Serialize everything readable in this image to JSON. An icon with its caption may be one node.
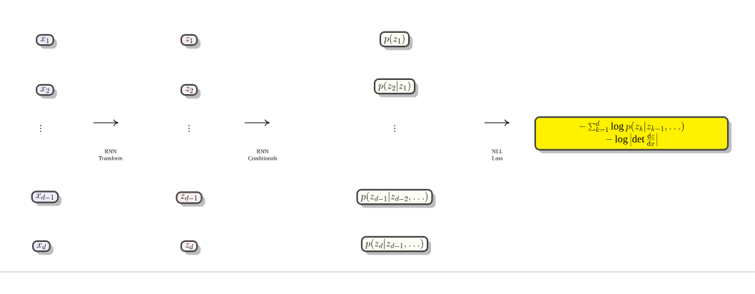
{
  "diagram": {
    "nodes": [
      {
        "text": [
          "x_1"
        ]
      },
      {
        "text": [
          "x_2"
        ]
      },
      {
        "text": [
          "x_{d-1}"
        ]
      },
      {
        "text": [
          "x_d"
        ]
      },
      {
        "text": [
          "z_1"
        ]
      },
      {
        "text": [
          "z_2"
        ]
      },
      {
        "text": [
          "z_{d-1}"
        ]
      },
      {
        "text": [
          "z_d"
        ]
      },
      {
        "text": [
          "p(z_1)"
        ]
      },
      {
        "text": [
          "p(z_2|z_1)"
        ]
      },
      {
        "text": [
          "p(z_{d-1}|z_{d-2},\\ldots)"
        ]
      },
      {
        "text": [
          "p(z_d|z_{d-1},\\ldots)"
        ]
      },
      {
        "text": [
          "-\\sum_{k=1}^d \\log p(z_k|z_{k-1},\\ldots)",
          "-\\log\\left|\\det\\frac{\\mathrm{d}z}{\\mathrm{d}x}\\right|"
        ]
      }
    ],
    "labels": [
      "\\vdots",
      "RNN Transform",
      "\\vdots",
      "RNN Conditionals",
      "\\vdots",
      "NLL Loss"
    ]
  }
}
